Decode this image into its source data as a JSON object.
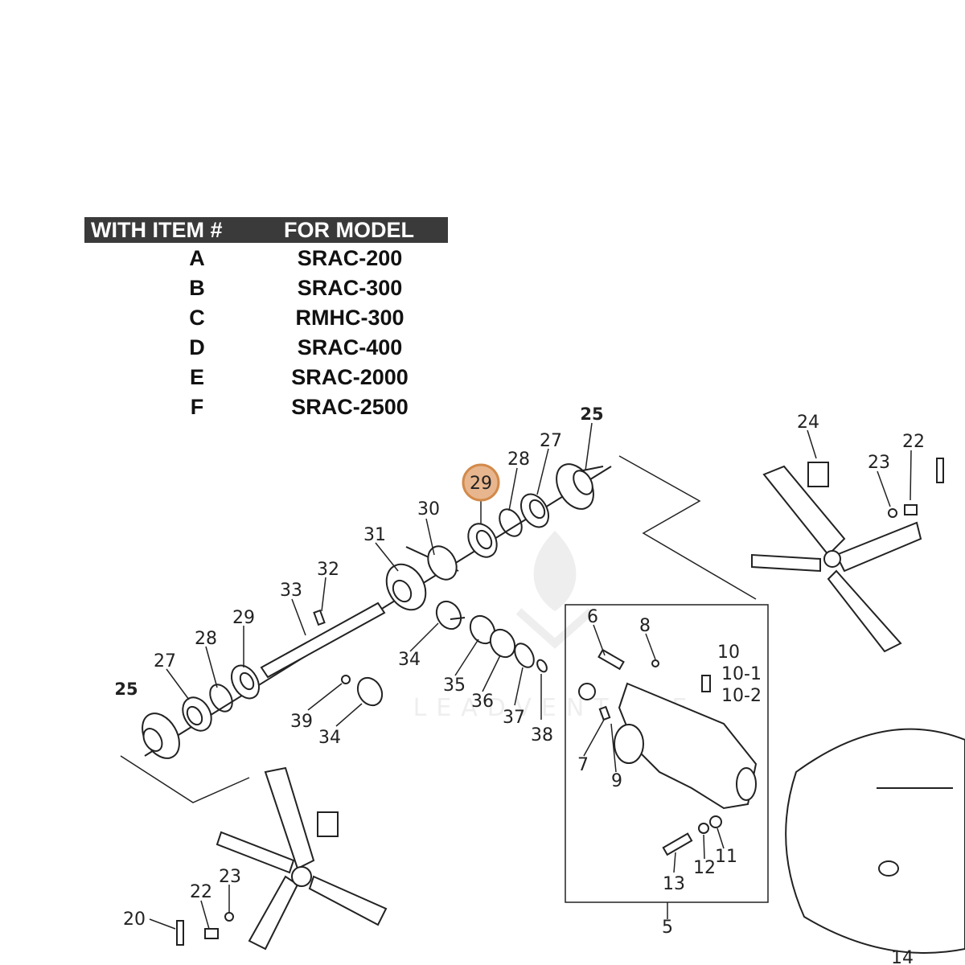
{
  "model_table": {
    "header": {
      "item_label": "WITH ITEM #",
      "model_label": "FOR MODEL"
    },
    "rows": [
      {
        "item": "A",
        "model": "SRAC-200"
      },
      {
        "item": "B",
        "model": "SRAC-300"
      },
      {
        "item": "C",
        "model": "RMHC-300"
      },
      {
        "item": "D",
        "model": "SRAC-400"
      },
      {
        "item": "E",
        "model": "SRAC-2000"
      },
      {
        "item": "F",
        "model": "SRAC-2500"
      }
    ]
  },
  "highlight": {
    "label": "29",
    "fill": "#e8b68e",
    "stroke": "#d28a4a"
  },
  "callouts": {
    "c25_top": "25",
    "c27_top": "27",
    "c28_top": "28",
    "c30": "30",
    "c31": "31",
    "c32": "32",
    "c33": "33",
    "c29_left": "29",
    "c28_left": "28",
    "c27_left": "27",
    "c25_left": "25",
    "c34_mid": "34",
    "c35": "35",
    "c36": "36",
    "c37": "37",
    "c38": "38",
    "c39": "39",
    "c34_low": "34",
    "c24": "24",
    "c23_right": "23",
    "c22_right": "22",
    "c6": "6",
    "c8": "8",
    "c10": "10",
    "c10_1": "10-1",
    "c10_2": "10-2",
    "c7": "7",
    "c9": "9",
    "c11": "11",
    "c12": "12",
    "c13": "13",
    "c5": "5",
    "c14": "14",
    "c20": "20",
    "c22_left": "22",
    "c23_left": "23"
  },
  "watermark": "LEADVENTURE"
}
